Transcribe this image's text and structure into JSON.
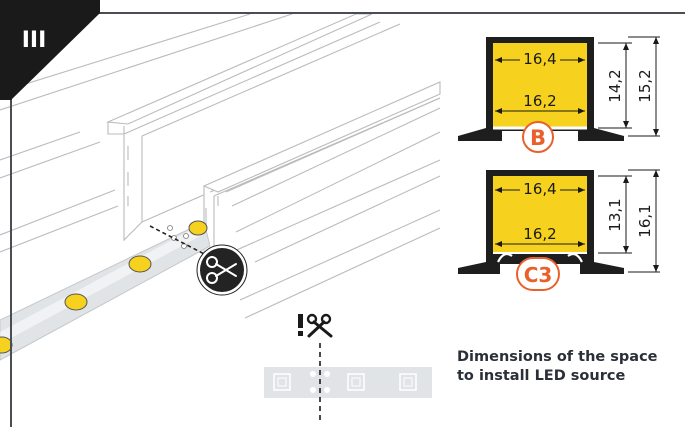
{
  "badge": {
    "label": "III",
    "color": "#1a1a1a"
  },
  "colors": {
    "accent": "#e8612c",
    "led_fill": "#f6d21e",
    "profile": "#1e1e1e",
    "line_art": "#b9bbbd",
    "strip": "#e1e4e6"
  },
  "icons": {
    "cut_tool": "scissors-icon",
    "cut_warning": "scissors-warning-icon"
  },
  "profile_b": {
    "top_width": "16,4",
    "bottom_width": "16,2",
    "inner_height": "14,2",
    "outer_height": "15,2",
    "diffuser_label": "B"
  },
  "profile_c3": {
    "top_width": "16,4",
    "bottom_width": "16,2",
    "inner_height": "13,1",
    "outer_height": "16,1",
    "diffuser_label": "C3"
  },
  "caption": {
    "line1": "Dimensions of the space",
    "line2": "to install LED source"
  }
}
